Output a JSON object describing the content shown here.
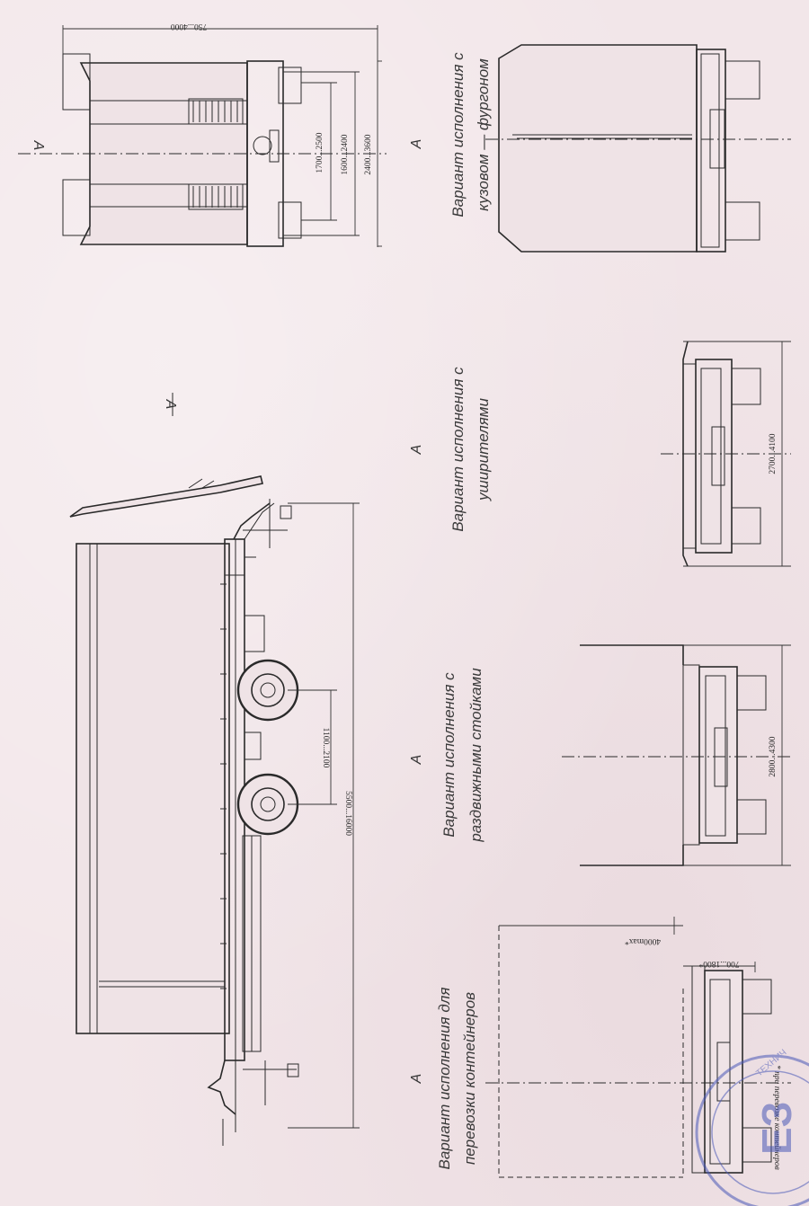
{
  "view_label": "А",
  "variants": {
    "containers": {
      "letter": "А",
      "line1": "Вариант исполнения для",
      "line2": "перевозки контейнеров"
    },
    "stakes": {
      "letter": "А",
      "line1": "Вариант исполнения с",
      "line2": "раздвижными стойками"
    },
    "extenders": {
      "letter": "А",
      "line1": "Вариант исполнения с",
      "line2": "уширителями"
    },
    "van": {
      "letter": "А",
      "line1": "Вариант исполнения с",
      "line2": "кузовом — фургоном"
    }
  },
  "dimensions": {
    "top_width": "750...4000",
    "track_inner": "1700...2500",
    "track_mid": "1600...2400",
    "track_outer": "2400...3600",
    "axle_spacing": "1100...2100",
    "overall_length": "5500...16000",
    "stakes_width": "2800...4300",
    "extenders_width": "2700...4100",
    "container_width": "4000max*",
    "container_offset": "700...1800*"
  },
  "footnote": "* при перевозке контейнеров",
  "stamp_text": "ТЕХНИЧ",
  "stamp_letters": "ЕЗ"
}
